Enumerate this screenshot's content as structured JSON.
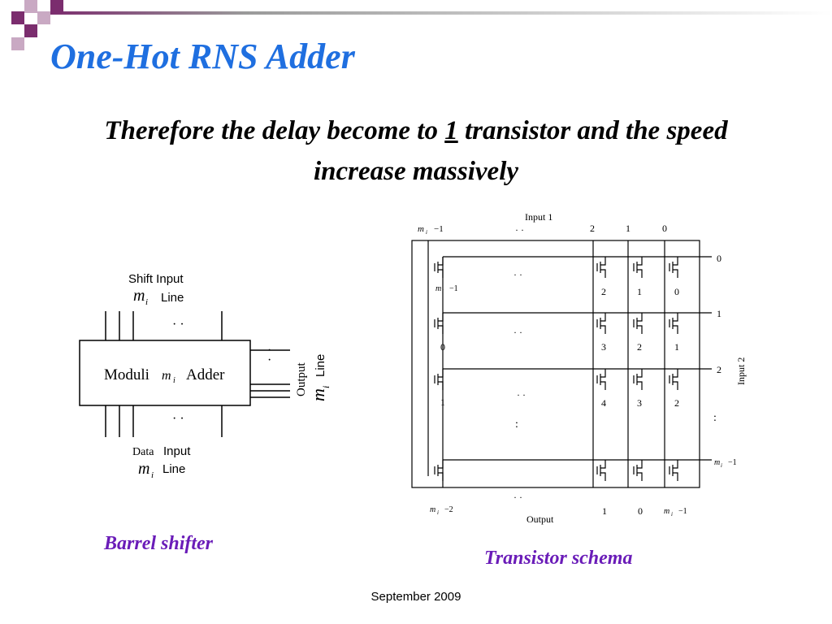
{
  "slide": {
    "title": "One-Hot RNS Adder",
    "headline_part1": "Therefore the delay become to ",
    "headline_emph": "1",
    "headline_part2": " transistor and the speed increase massively",
    "footer": "September 2009"
  },
  "colors": {
    "title": "#1f6fe0",
    "caption": "#6a1cb8",
    "deco_dark": "#7b2d6e",
    "deco_light": "#c9a9c3"
  },
  "barrel_shifter": {
    "caption": "Barrel shifter",
    "shift_label_top": "Shift Input",
    "shift_m": "m",
    "shift_sub": "i",
    "shift_line": "Line",
    "box_label_prefix": "Moduli ",
    "box_m": "m",
    "box_sub": "i",
    "box_label_suffix": "Adder",
    "output_word": "Output",
    "output_m": "m",
    "output_sub": "i",
    "output_line": "Line",
    "data_word": "Data",
    "data_input": "Input",
    "data_m": "m",
    "data_sub": "i",
    "data_line": "Line",
    "ellipsis": "· ·",
    "vertical_dots": "·"
  },
  "transistor_schema": {
    "caption": "Transistor schema",
    "input1": "Input 1",
    "input2": "Input 2",
    "output": "Output",
    "top_labels": [
      "2",
      "1",
      "0"
    ],
    "top_left": "m  −1",
    "top_left_m": "m",
    "top_left_sub": "i",
    "right_labels": [
      "0",
      "1",
      "2"
    ],
    "right_last_m": "m",
    "right_last_sub": "i",
    "right_last": "−1",
    "row1": {
      "left_m": "m",
      "left_sub": "i",
      "left": "−1",
      "c": [
        "2",
        "1",
        "0"
      ]
    },
    "row2": {
      "left": "0",
      "c": [
        "3",
        "2",
        "1"
      ]
    },
    "row3": {
      "left": "1",
      "c": [
        "4",
        "3",
        "2"
      ]
    },
    "bottom_left_m": "m",
    "bottom_left_sub": "i",
    "bottom_left": "−2",
    "bottom_labels": [
      "1",
      "0"
    ],
    "bottom_right_m": "m",
    "bottom_right_sub": "i",
    "bottom_right": "−1",
    "dots": "· ·",
    "vdots": ":"
  }
}
